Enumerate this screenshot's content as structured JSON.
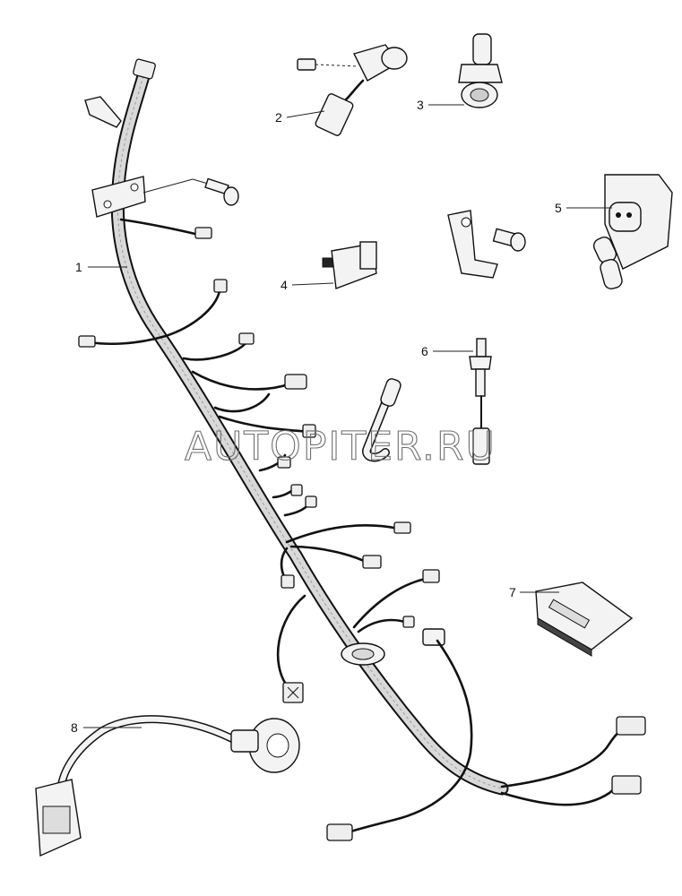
{
  "watermark": "AUTOPITER.RU",
  "callouts": [
    {
      "id": "1",
      "label": "1"
    },
    {
      "id": "2",
      "label": "2"
    },
    {
      "id": "3",
      "label": "3"
    },
    {
      "id": "4",
      "label": "4"
    },
    {
      "id": "5",
      "label": "5"
    },
    {
      "id": "6",
      "label": "6"
    },
    {
      "id": "7",
      "label": "7"
    },
    {
      "id": "8",
      "label": "8"
    }
  ]
}
